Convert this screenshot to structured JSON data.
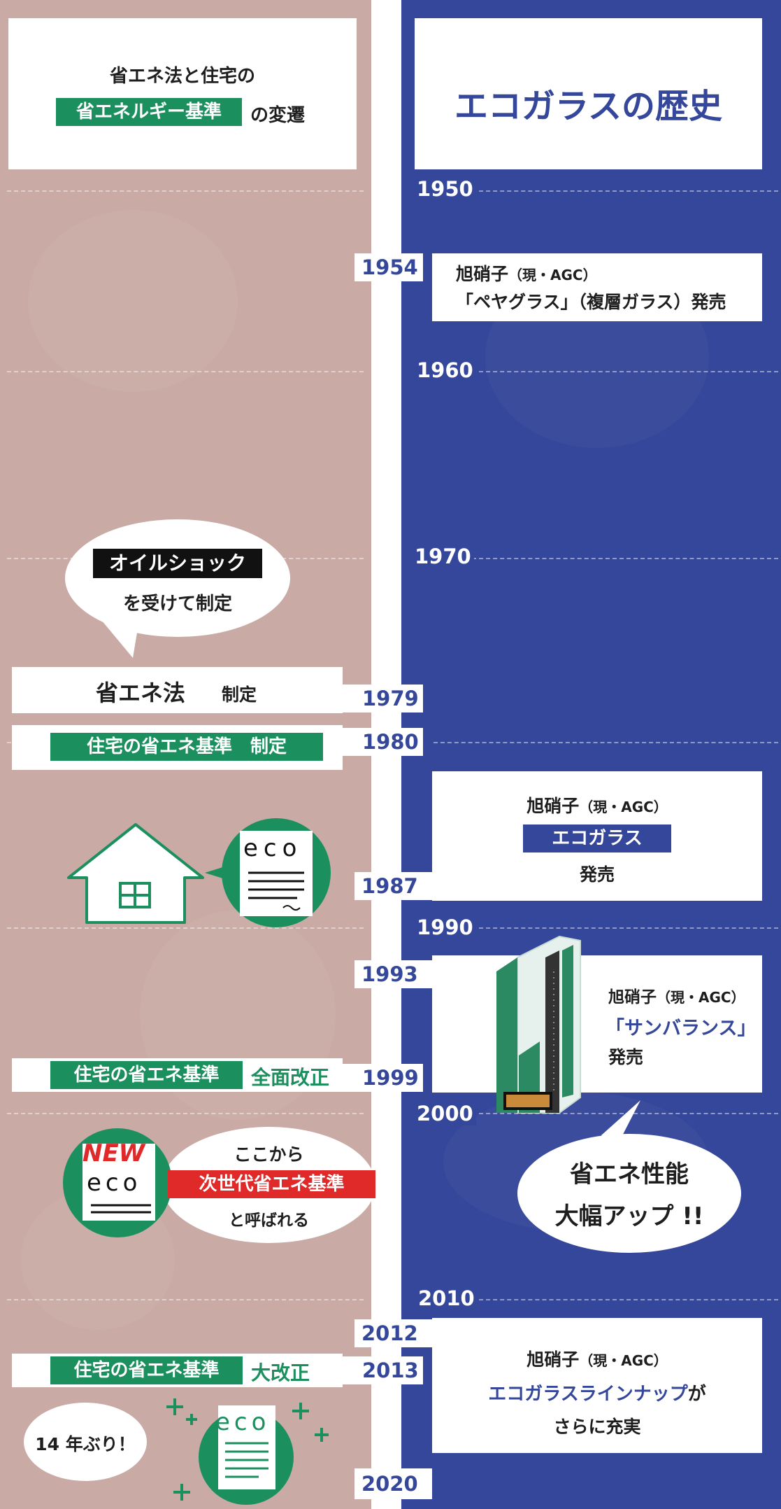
{
  "header": {
    "left_line1": "省エネ法と住宅の",
    "left_tag": "省エネルギー基準",
    "left_tail": "の変遷",
    "right_title": "エコガラスの歴史"
  },
  "decade_years": [
    "1950",
    "1960",
    "1970",
    "1990",
    "2000",
    "2010"
  ],
  "event_years": [
    "1954",
    "1979",
    "1980",
    "1987",
    "1993",
    "1999",
    "2012",
    "2013",
    "2020"
  ],
  "glass_events": {
    "e1954": {
      "company": "旭硝子",
      "paren": "（現・AGC）",
      "product": "「ペヤグラス」（複層ガラス）発売"
    },
    "e1987": {
      "company": "旭硝子",
      "paren": "（現・AGC）",
      "product": "エコガラス",
      "action": "発売"
    },
    "e1993": {
      "company": "旭硝子",
      "paren": "（現・AGC）",
      "product": "「サンバランス」",
      "action": "発売"
    },
    "e2012": {
      "company": "旭硝子",
      "paren": "（現・AGC）",
      "product": "エコガラスラインナップ",
      "particle": "が",
      "tail": "さらに充実"
    }
  },
  "law_events": {
    "oil_tag": "オイルショック",
    "oil_text": "を受けて制定",
    "law_name": "省エネ法",
    "law_action": "制定",
    "std1980_tag": "住宅の省エネ基準",
    "std1980_action": "制定",
    "std1999_tag": "住宅の省エネ基準",
    "std1999_action": "全面改正",
    "next_line1": "ここから",
    "next_tag": "次世代省エネ基準",
    "next_line3": "と呼ばれる",
    "std2013_tag": "住宅の省エネ基準",
    "std2013_action": "大改正",
    "years_text": "14 年ぶり！"
  },
  "callout": {
    "line1": "省エネ性能",
    "line2": "大幅アップ !!"
  },
  "icons": {
    "eco_label": "eco",
    "new_label": "NEW",
    "house": "house-icon",
    "doc": "eco-document-icon",
    "glass": "double-glazing-icon",
    "sparkle": "plus-sparkle-icon"
  },
  "colors": {
    "left_bg": "#c9aaa4",
    "right_bg": "#35479a",
    "green": "#1b8f5e",
    "red": "#e02a2a",
    "black": "#111111"
  }
}
